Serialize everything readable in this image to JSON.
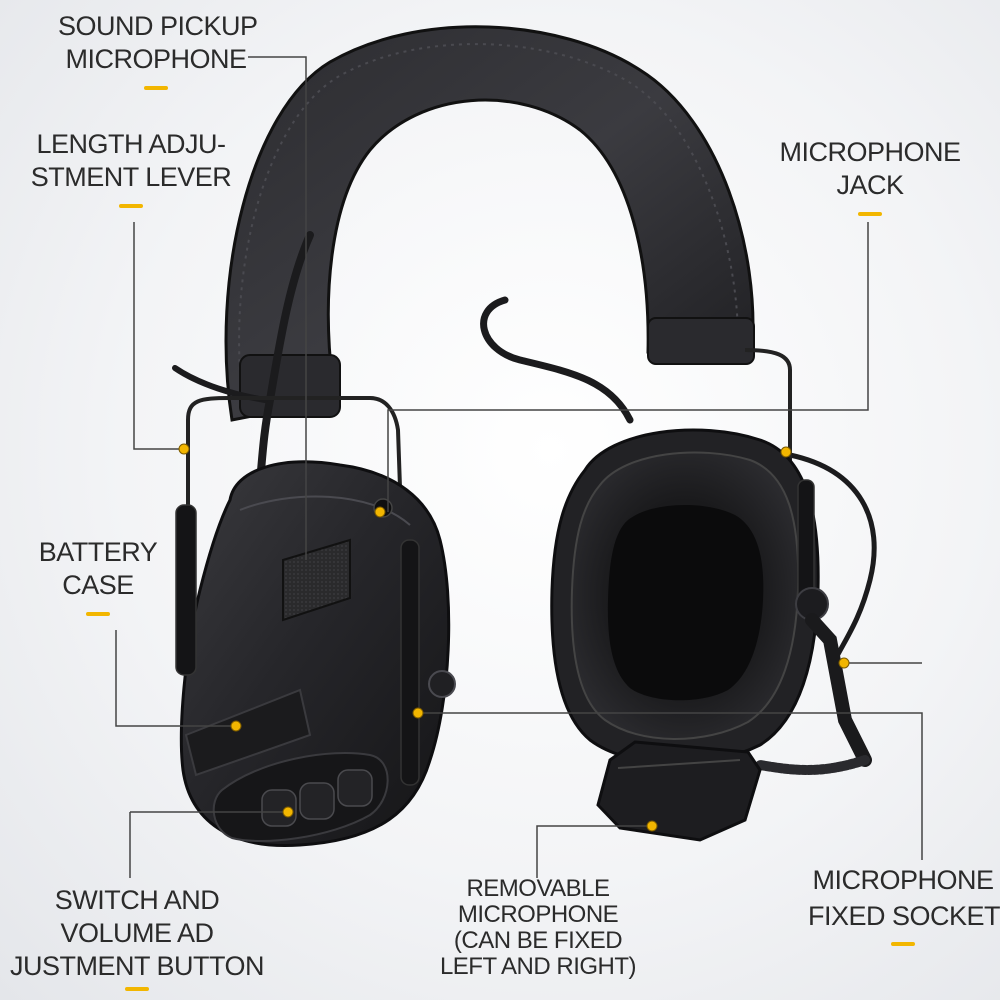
{
  "callouts": {
    "sound_pickup_microphone": {
      "lines": [
        "SOUND PICKUP",
        "MICROPHONE"
      ]
    },
    "length_adjustment_lever": {
      "lines": [
        "LENGTH ADJU-",
        "STMENT LEVER"
      ]
    },
    "microphone_jack": {
      "lines": [
        "MICROPHONE",
        "JACK"
      ]
    },
    "battery_case": {
      "lines": [
        "BATTERY",
        "CASE"
      ]
    },
    "switch_volume_button": {
      "lines": [
        "SWITCH AND",
        "VOLUME AD",
        "JUSTMENT BUTTON"
      ]
    },
    "removable_microphone": {
      "lines": [
        "REMOVABLE",
        "MICROPHONE",
        "(CAN BE FIXED",
        "LEFT AND RIGHT)"
      ]
    },
    "microphone_fixed_socket": {
      "lines": [
        "MICROPHONE",
        "FIXED SOCKET"
      ]
    }
  },
  "colors": {
    "accent": "#f2b600",
    "text": "#2b2b2b",
    "leader_line": "#444444",
    "headset_body": "#1e1e20"
  }
}
